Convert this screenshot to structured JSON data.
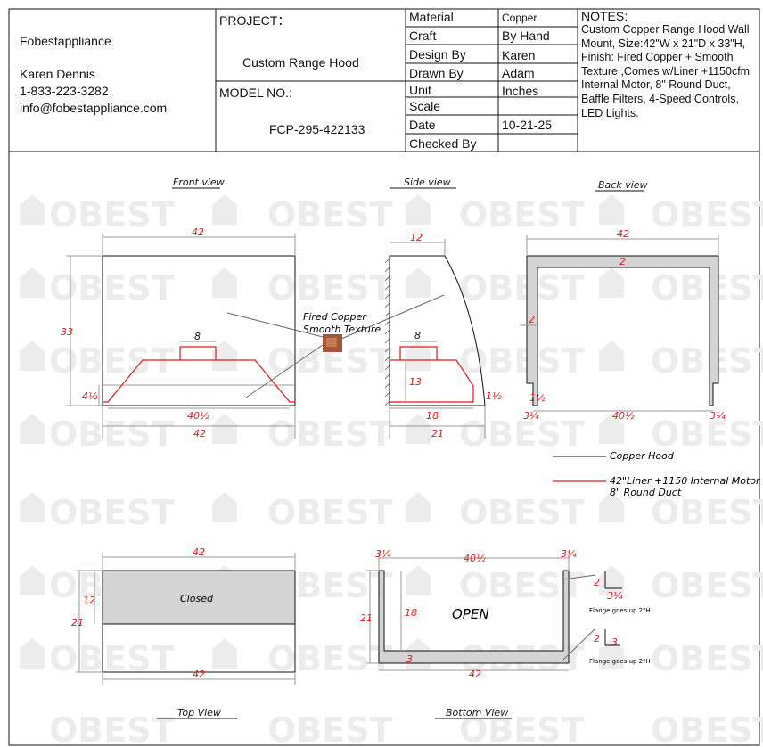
{
  "company": {
    "name": "Fobestappliance",
    "contact_name": "Karen Dennis",
    "phone": "1-833-223-3282",
    "email": "info@fobestappliance.com"
  },
  "project": {
    "label": "PROJECT：",
    "value": "Custom Range Hood"
  },
  "model": {
    "label": "MODEL NO.:",
    "value": "FCP-295-422133"
  },
  "spec_table": {
    "rows": [
      {
        "label": "Material",
        "value": "Copper"
      },
      {
        "label": "Craft",
        "value": "By Hand"
      },
      {
        "label": "Design By",
        "value": "Karen"
      },
      {
        "label": "Drawn By",
        "value": "Adam"
      },
      {
        "label": "Unit",
        "value": "Inches"
      },
      {
        "label": "Scale",
        "value": ""
      },
      {
        "label": "Date",
        "value": "10-21-25"
      },
      {
        "label": "Checked By",
        "value": ""
      }
    ]
  },
  "notes": {
    "title": "NOTES:",
    "body": "Custom Copper  Range Hood Wall Mount, Size:42\"W x 21\"D x 33\"H, Finish: Fired Copper + Smooth Texture ,Comes w/Liner +1150cfm Internal Motor, 8\" Round Duct, Baffle Filters, 4-Speed Controls, LED Lights."
  },
  "watermark": "OBEST",
  "views": {
    "front": "Front view",
    "side": "Side view",
    "back": "Back view",
    "top": "Top View",
    "bottom": "Bottom View"
  },
  "dimensions": {
    "front": {
      "width_top": "42",
      "height": "33",
      "duct": "8",
      "liner_height": "4½",
      "liner_width": "40½",
      "width_bottom": "42"
    },
    "side": {
      "top_depth": "12",
      "duct": "8",
      "liner_height": "13",
      "liner_depth": "18",
      "total_depth": "21",
      "edge": "1½"
    },
    "back": {
      "width": "42",
      "top_thickness": "2",
      "side_thickness": "2",
      "left_edge": "1½",
      "left_flange": "3¼",
      "inner_width": "40½",
      "right_flange": "3¼"
    },
    "top": {
      "width_top": "42",
      "closed_depth": "12",
      "depth": "21",
      "width_bottom": "42"
    },
    "bottom": {
      "left_flange": "3¼",
      "inner_width": "40½",
      "right_flange": "3¼",
      "depth": "21",
      "inner_depth": "18",
      "bottom_depth": "3",
      "width": "42"
    },
    "flange1": {
      "height": "2",
      "width": "3¼"
    },
    "flange2": {
      "height": "2",
      "width": "3"
    }
  },
  "annotations": {
    "texture_label_1": "Fired Copper",
    "texture_label_2": "Smooth Texture",
    "closed": "Closed",
    "open": "OPEN",
    "flange_note_1": "Flange goes up 2\"H",
    "flange_note_2": "Flange goes up 2\"H"
  },
  "legend": {
    "copper": "Copper Hood",
    "liner_1": "42\"Liner +1150 Internal Motor",
    "liner_2": "8\" Round Duct"
  },
  "colors": {
    "red": "#e01b1b",
    "black": "#111111",
    "gray_fill": "#d4d4d4",
    "watermark": "#ececec"
  }
}
